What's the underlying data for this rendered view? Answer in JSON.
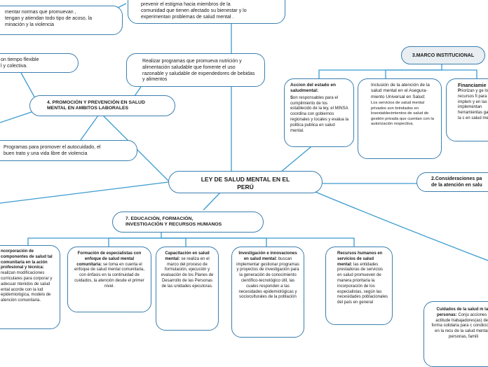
{
  "center": {
    "line1": "LEY DE SALUD MENTAL EN EL",
    "line2": "PERÚ"
  },
  "top_left": {
    "l1": "mentar normas que promuevan ,",
    "l2": "tengan y atiendan todo tipo de acoso, la",
    "l3": "minación y la violencia"
  },
  "top_mid": {
    "l1": "prevenir el estigma hacia miembros de la",
    "l2": "comunidad que tienen afectado su bienestar y lo",
    "l3": "experimentan problemas de salud mental ."
  },
  "left_flex": {
    "l1": "on tiempo flexible",
    "l2": "l y colectiva."
  },
  "programs_nutrition": "Realizar programas que promueva nutrición y alimentación saludable que fomente el uso razonable y saludable de expendedores de bebidas y alimentos",
  "promo_header": {
    "l1": "4. PROMOCIÓN Y PREVENCIÓN EN SALUD",
    "l2": "MENTAL EN AMBITOS LABORALES"
  },
  "autocuidado": {
    "l1": "Programas para promover el autocuidado, el",
    "l2": "buen trato y una vida libre de violencia"
  },
  "marco": "3.MARCO INSTITUCIONAL",
  "accion": {
    "title": "Accion del estado en saludmental:",
    "bold_s": "S",
    "body": "on responsables para el cumplimiento de los establecido de la ley, el MINSA coordina con gobiernos regionales y locales y evalua la politica publica en salud mental."
  },
  "inclusion": {
    "title": "Inclusión de la atención de la salud mental en el Asegura­miento Universal en Salud:",
    "body": "Los servicios de salud mental privados son brindados en losestablecimientos de salud de gestión privada que cuentan con la autorización respectiva."
  },
  "financ": {
    "title": "Financiamie",
    "bold_p": "P",
    "body": "riorizan y ge los recursos fi para la implem y en las leyes implementan herramientas garantizar la s en salud ment"
  },
  "consid": {
    "l1": "2.Consideraciones pa",
    "l2": "de la atención en salu"
  },
  "educ_header": {
    "l1": "7. EDUCACIÓN, FORMACIÓN,",
    "l2": "INVESTIGACIÓN Y RECURSOS HUMANOS"
  },
  "edu_nodes": [
    {
      "title": "ncorporación de componentes de salud tal comunitaria en la ación profesional y técnica:",
      "body": "realizan modificaciones curriculares para corporar y adecuar ntenidos de salud ental acorde con la lud epidemiológica, modelo de atención comunitaria."
    },
    {
      "title": "Formación de especialistas con enfoque de salud mental comunitaria:",
      "body": "se toma en cuenta el enfoque de salud mental comunitaria, con énfasis en la continuidad de cuidados, la atención desde el primer nivel."
    },
    {
      "title": "Capacitación en salud mental:",
      "body": "se realiza en el marco del proceso de formulación, ejecución y evaluación de los Planes de Desarrollo de las Personas de las unidades ejecutoras."
    },
    {
      "title": "Investigación e innovaciones en salud mental:",
      "body": "buscan implementar gestionar programas y proyectos de investigación para la generación de conocimiento científico-tecnológico útil, las cuales responden a las necesidades epidemiológicas y socioculturales de la población"
    },
    {
      "title": "Recursos humanos en servicios de salud mental:",
      "body": "las entidades prestadoras de servicios en salud promueven de manera prioritaria la incorporación de los especialistas, según las necesidades poblacionales del país en general"
    }
  ],
  "cuidados": {
    "title": "Cuidados de la salud m las personas:",
    "body": "Conju acciones y actitude trabajadores(as) de s forma solidaria para c condiciones en la recu de la salud mental d personas, famili"
  }
}
